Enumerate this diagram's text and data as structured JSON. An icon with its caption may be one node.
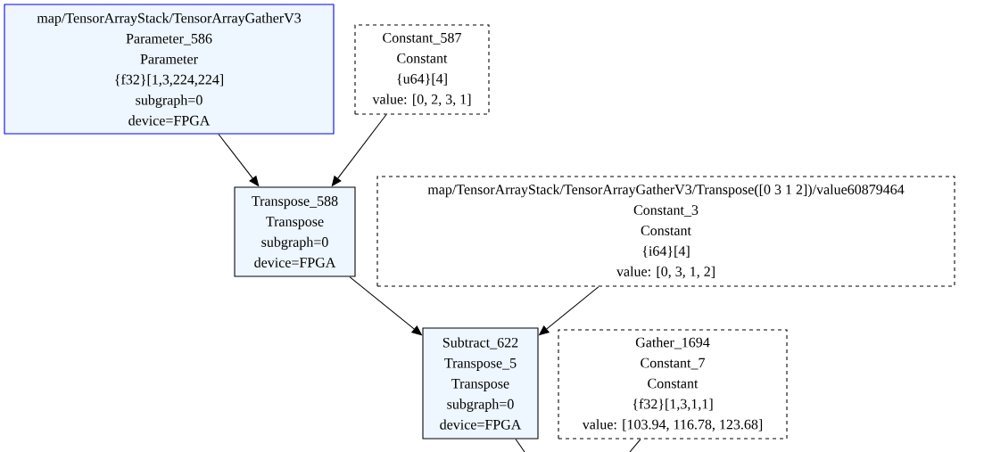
{
  "diagram": {
    "nodes": [
      {
        "text": [
          "map/TensorArrayStack/TensorArrayGatherV3",
          "Parameter_586",
          "Parameter",
          "{f32}[1,3,224,224]",
          "subgraph=0",
          "device=FPGA"
        ]
      },
      {
        "text": [
          "Constant_587",
          "Constant",
          "{u64}[4]",
          "value: [0, 2, 3, 1]"
        ]
      },
      {
        "text": [
          "Transpose_588",
          "Transpose",
          "subgraph=0",
          "device=FPGA"
        ]
      },
      {
        "text": [
          "map/TensorArrayStack/TensorArrayGatherV3/Transpose([0 3 1 2])/value60879464",
          "Constant_3",
          "Constant",
          "{i64}[4]",
          "value: [0, 3, 1, 2]"
        ]
      },
      {
        "text": [
          "Subtract_622",
          "Transpose_5",
          "Transpose",
          "subgraph=0",
          "device=FPGA"
        ]
      },
      {
        "text": [
          "Gather_1694",
          "Constant_7",
          "Constant",
          "{f32}[1,3,1,1]",
          "value: [103.94, 116.78, 123.68]"
        ]
      }
    ],
    "edges": [
      {
        "from": 0,
        "to": 2,
        "arrow": "to"
      },
      {
        "from": 1,
        "to": 2,
        "arrow": "to"
      },
      {
        "from": 2,
        "to": 4,
        "arrow": "to"
      },
      {
        "from": 3,
        "to": 4,
        "arrow": "to"
      },
      {
        "from": 4,
        "to": null,
        "arrow": "none"
      },
      {
        "from": 5,
        "to": null,
        "arrow": "none"
      }
    ]
  }
}
